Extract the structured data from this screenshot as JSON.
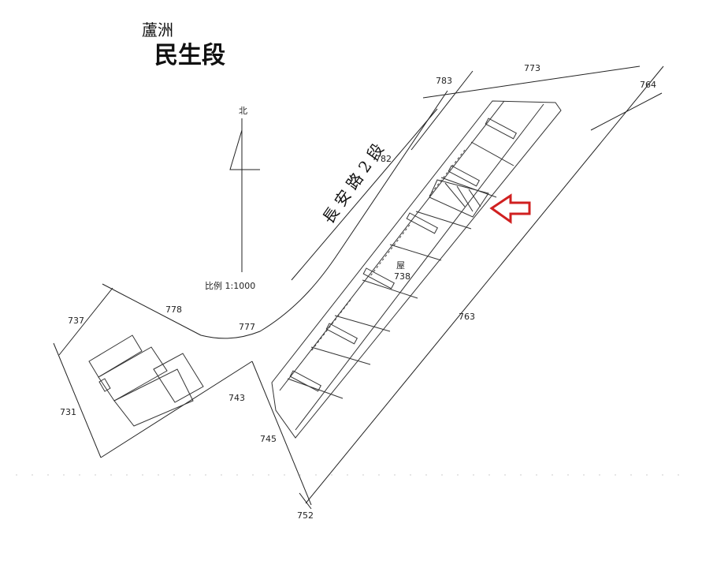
{
  "map": {
    "district": "蘆洲",
    "section": "民生段",
    "north_label": "北",
    "scale_label": "比例 1:1000",
    "road_name": "長 安 路 2 段",
    "building_mark": "屋",
    "parcels": [
      "773",
      "783",
      "764",
      "782",
      "738",
      "778",
      "737",
      "777",
      "763",
      "743",
      "731",
      "745",
      "752"
    ],
    "highlight_arrow": "red-arrow-icon",
    "colors": {
      "ink": "#222222",
      "highlight": "#d02020"
    }
  }
}
